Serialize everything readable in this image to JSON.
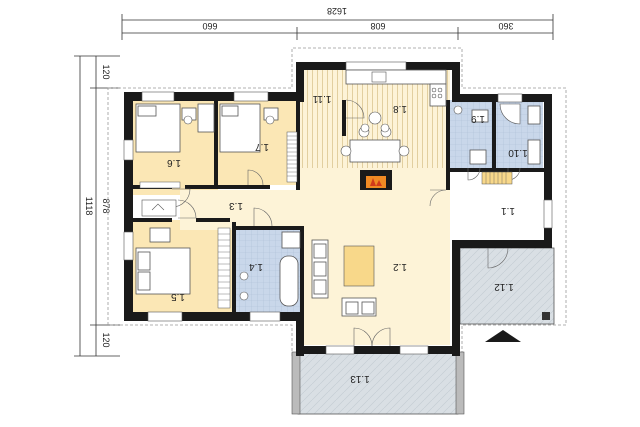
{
  "dimensions": {
    "top_total": "1628",
    "top_segments": [
      "660",
      "608",
      "360"
    ],
    "left_total": "1118",
    "left_inner": "878",
    "left_top": "120",
    "left_bottom": "120"
  },
  "rooms": [
    {
      "id": "1.1",
      "label": "1.1"
    },
    {
      "id": "1.2",
      "label": "1.2"
    },
    {
      "id": "1.3",
      "label": "1.3"
    },
    {
      "id": "1.4",
      "label": "1.4"
    },
    {
      "id": "1.5",
      "label": "1.5"
    },
    {
      "id": "1.6",
      "label": "1.6"
    },
    {
      "id": "1.7",
      "label": "1.7"
    },
    {
      "id": "1.8",
      "label": "1.8"
    },
    {
      "id": "1.9",
      "label": "1.9"
    },
    {
      "id": "1.10",
      "label": "1.10"
    },
    {
      "id": "1.11",
      "label": "1.11"
    },
    {
      "id": "1.12",
      "label": "1.12"
    },
    {
      "id": "1.13",
      "label": "1.13"
    }
  ],
  "colors": {
    "bedroom": "#fbe7b5",
    "living": "#fdf3d7",
    "kitchen_stripes": "#e9d9b3",
    "bathroom": "#c9d7ea",
    "terrace": "#d7dde2",
    "wall": "#1a1a1a"
  }
}
